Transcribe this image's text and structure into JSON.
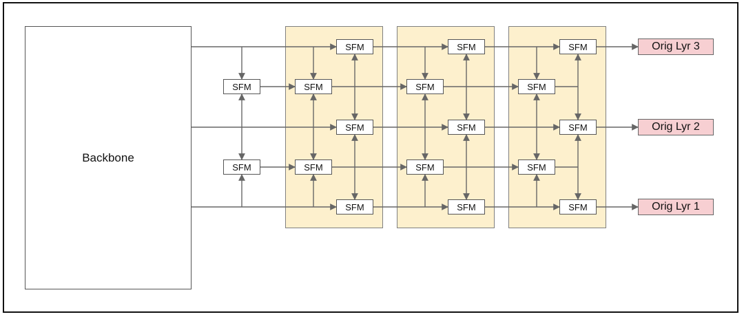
{
  "backbone": {
    "label": "Backbone"
  },
  "node_label": "SFM",
  "outputs": [
    {
      "label": "Orig Lyr 3"
    },
    {
      "label": "Orig Lyr 2"
    },
    {
      "label": "Orig Lyr 1"
    }
  ],
  "colors": {
    "stage_fill": "#fdf0cd",
    "output_fill": "#f7cfd2",
    "wire": "#666666"
  }
}
